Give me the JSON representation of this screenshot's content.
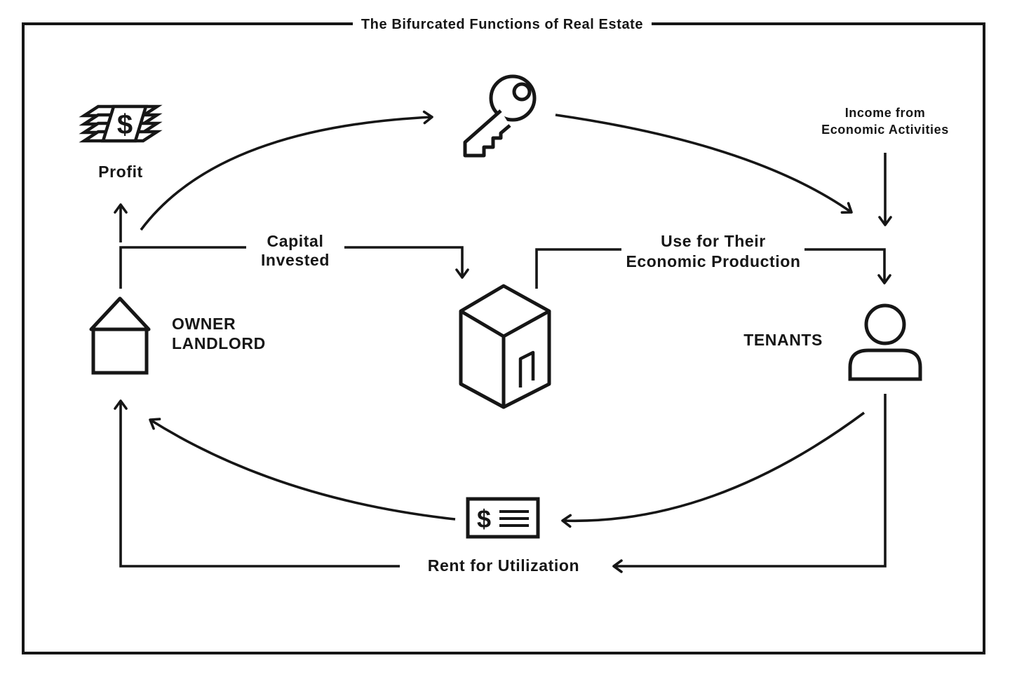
{
  "title": "The Bifurcated Functions of Real Estate",
  "colors": {
    "ink": "#161616",
    "background": "#ffffff"
  },
  "nodes": {
    "profit": {
      "label": "Profit"
    },
    "income": {
      "line1": "Income from",
      "line2": "Economic Activities"
    },
    "owner": {
      "line1": "OWNER",
      "line2": "LANDLORD"
    },
    "tenants": {
      "label": "TENANTS"
    },
    "rent": {
      "label": "Rent for Utilization"
    }
  },
  "flows": {
    "capital": {
      "line1": "Capital",
      "line2": "Invested"
    },
    "use": {
      "line1": "Use for Their",
      "line2": "Economic Production"
    }
  },
  "icons": {
    "money_stack": {
      "symbol": "$"
    },
    "rent_check": {
      "symbol": "$"
    }
  }
}
